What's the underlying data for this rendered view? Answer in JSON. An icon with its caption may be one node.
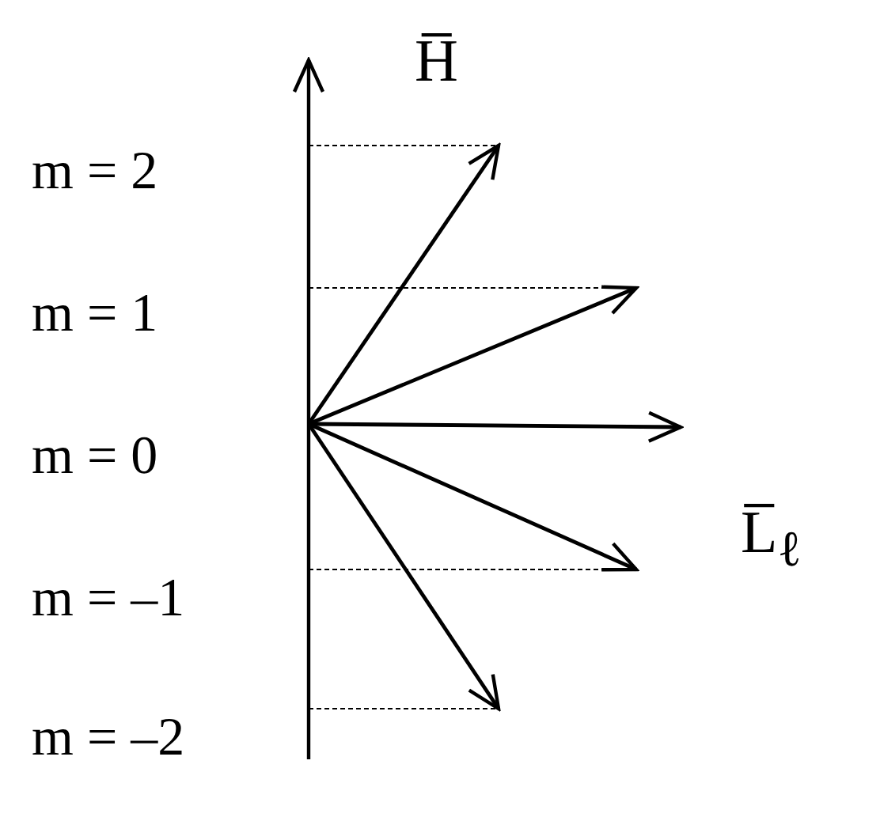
{
  "diagram": {
    "labels": [
      "H̅",
      "m = 2",
      "m = 1",
      "m = 0",
      "L̅$_{ℓ}$",
      "m = –1",
      "m = –2"
    ]
  }
}
